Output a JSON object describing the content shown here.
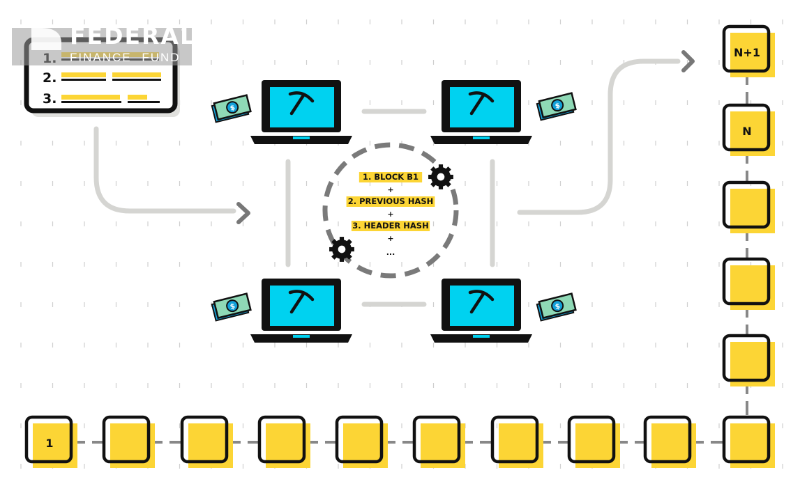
{
  "logo": {
    "brand": "FEDERAL",
    "tm": "™",
    "sub": "FINANCE FUND"
  },
  "transaction_list": {
    "items": [
      "1.",
      "2.",
      "3."
    ]
  },
  "hash_inputs": {
    "lines": [
      "1. BLOCK B1",
      "+",
      "2. PREVIOUS HASH",
      "+",
      "3. HEADER HASH",
      "+",
      "..."
    ]
  },
  "chain": {
    "first_block": "1",
    "block_n": "N",
    "block_n_plus_1": "N+1"
  },
  "colors": {
    "yellow": "#FCD535",
    "cyan": "#00D2F0",
    "black": "#111111",
    "line_gray": "#D5D5D2",
    "connector_gray": "#888888",
    "dashed_gray": "#7A7A7A",
    "money_green": "#8FD9B6",
    "money_blue": "#12A0D8"
  },
  "icons": {
    "miner": "laptop-pickaxe-icon",
    "reward": "dollar-bill-icon",
    "process": "gear-icon",
    "flow": "arrow-right-icon"
  }
}
